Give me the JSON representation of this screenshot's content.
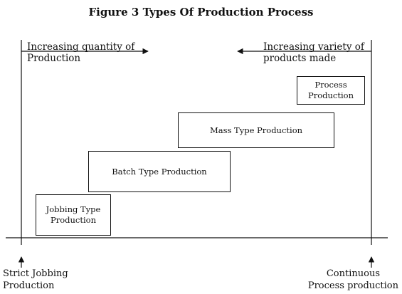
{
  "title": "Figure 3 Types Of Production Process",
  "arrows": {
    "left_label": "Increasing quantity of\nProduction",
    "right_label": "Increasing variety of\nproducts made"
  },
  "steps": [
    {
      "label": "Jobbing Type\nProduction"
    },
    {
      "label": "Batch Type Production"
    },
    {
      "label": "Mass Type Production"
    },
    {
      "label": "Process\nProduction"
    }
  ],
  "axis": {
    "left_end": "Strict Jobbing\nProduction",
    "right_end": "Continuous\nProcess production"
  }
}
